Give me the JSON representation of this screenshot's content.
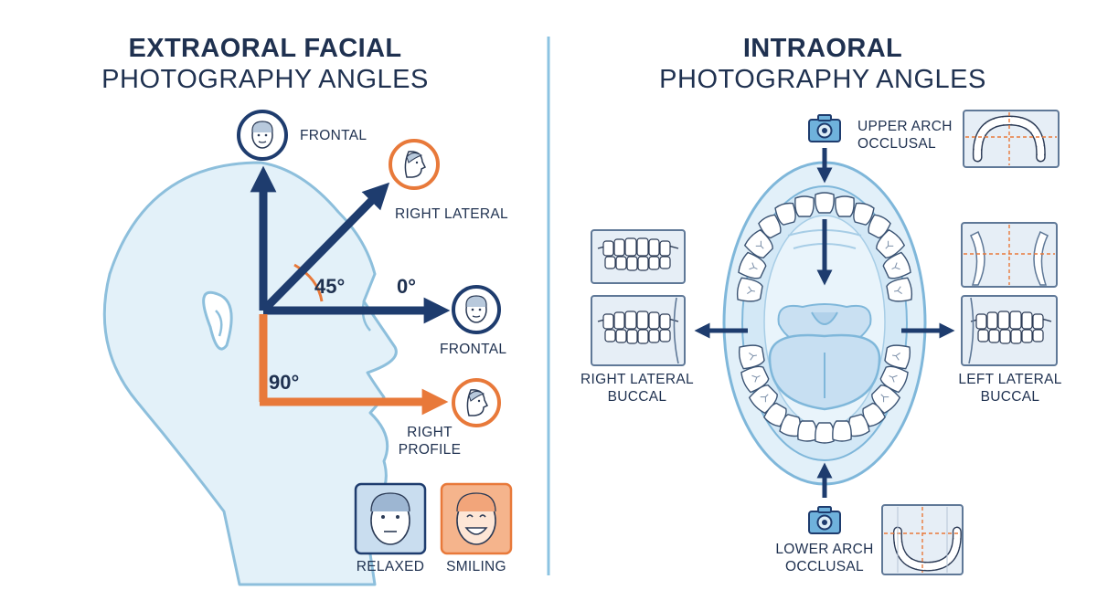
{
  "colors": {
    "navy": "#1e3c6e",
    "orange": "#e8793a",
    "light_blue": "#8dbfdc",
    "pale_blue": "#dcedf7",
    "divider": "#8cc3e2"
  },
  "extraoral": {
    "title_line1": "EXTRAORAL FACIAL",
    "title_line2": "PHOTOGRAPHY ANGLES",
    "labels": {
      "frontal_top": "FRONTAL",
      "right_lateral": "RIGHT LATERAL",
      "angle_45": "45°",
      "angle_0": "0°",
      "frontal_side": "FRONTAL",
      "angle_90": "90°",
      "right_profile_line1": "RIGHT",
      "right_profile_line2": "PROFILE",
      "relaxed": "RELAXED",
      "smiling": "SMILING"
    },
    "icons": [
      "face-frontal-icon",
      "face-lateral-icon",
      "face-profile-icon",
      "relaxed-face-icon",
      "smiling-face-icon"
    ]
  },
  "intraoral": {
    "title_line1": "INTRAORAL",
    "title_line2": "PHOTOGRAPHY ANGLES",
    "labels": {
      "upper_arch_line1": "UPPER ARCH",
      "upper_arch_line2": "OCCLUSAL",
      "right_lateral_line1": "RIGHT LATERAL",
      "right_lateral_line2": "BUCCAL",
      "left_lateral_line1": "LEFT LATERAL",
      "left_lateral_line2": "BUCCAL",
      "lower_arch_line1": "LOWER ARCH",
      "lower_arch_line2": "OCCLUSAL"
    },
    "icons": [
      "camera-icon",
      "mouth-diagram-icon",
      "upper-arch-thumbnail-icon",
      "lower-arch-thumbnail-icon",
      "buccal-view-thumbnail-icon"
    ]
  }
}
